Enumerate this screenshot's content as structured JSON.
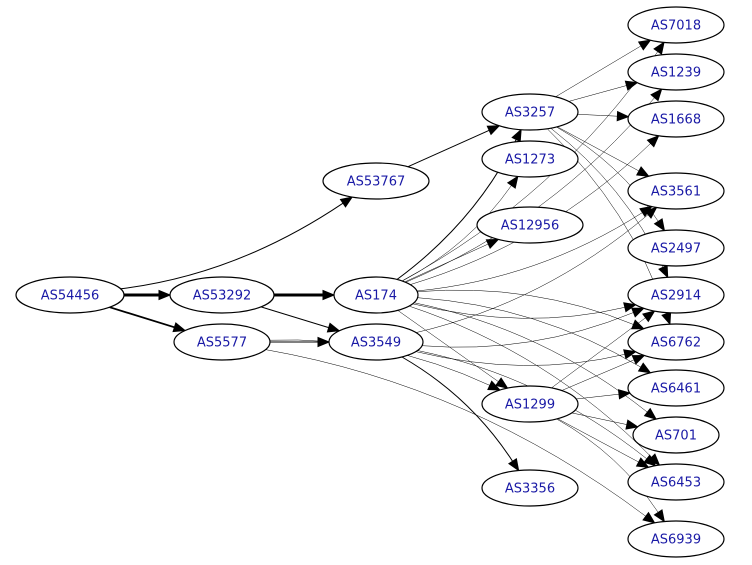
{
  "graph": {
    "node_label_color": "#1a1aa6",
    "edge_color": "#000000",
    "nodes": [
      {
        "id": "AS54456",
        "label": "AS54456"
      },
      {
        "id": "AS53292",
        "label": "AS53292"
      },
      {
        "id": "AS5577",
        "label": "AS5577"
      },
      {
        "id": "AS53767",
        "label": "AS53767"
      },
      {
        "id": "AS174",
        "label": "AS174"
      },
      {
        "id": "AS3549",
        "label": "AS3549"
      },
      {
        "id": "AS3257",
        "label": "AS3257"
      },
      {
        "id": "AS1273",
        "label": "AS1273"
      },
      {
        "id": "AS12956",
        "label": "AS12956"
      },
      {
        "id": "AS1299",
        "label": "AS1299"
      },
      {
        "id": "AS3356",
        "label": "AS3356"
      },
      {
        "id": "AS7018",
        "label": "AS7018"
      },
      {
        "id": "AS1239",
        "label": "AS1239"
      },
      {
        "id": "AS1668",
        "label": "AS1668"
      },
      {
        "id": "AS3561",
        "label": "AS3561"
      },
      {
        "id": "AS2497",
        "label": "AS2497"
      },
      {
        "id": "AS2914",
        "label": "AS2914"
      },
      {
        "id": "AS6762",
        "label": "AS6762"
      },
      {
        "id": "AS6461",
        "label": "AS6461"
      },
      {
        "id": "AS701",
        "label": "AS701"
      },
      {
        "id": "AS6453",
        "label": "AS6453"
      },
      {
        "id": "AS6939",
        "label": "AS6939"
      }
    ],
    "edges": [
      {
        "from": "AS54456",
        "to": "AS53292",
        "weight": "heavy"
      },
      {
        "from": "AS54456",
        "to": "AS5577",
        "weight": "medium"
      },
      {
        "from": "AS54456",
        "to": "AS53767",
        "weight": "normal"
      },
      {
        "from": "AS53292",
        "to": "AS174",
        "weight": "heavy"
      },
      {
        "from": "AS53292",
        "to": "AS3549",
        "weight": "normal"
      },
      {
        "from": "AS5577",
        "to": "AS3549",
        "weight": "normal"
      },
      {
        "from": "AS5577",
        "to": "AS1299",
        "weight": "thin"
      },
      {
        "from": "AS5577",
        "to": "AS6939",
        "weight": "thin"
      },
      {
        "from": "AS53767",
        "to": "AS3257",
        "weight": "normal"
      },
      {
        "from": "AS174",
        "to": "AS3257",
        "weight": "normal"
      },
      {
        "from": "AS174",
        "to": "AS1273",
        "weight": "thin"
      },
      {
        "from": "AS174",
        "to": "AS12956",
        "weight": "thin"
      },
      {
        "from": "AS174",
        "to": "AS7018",
        "weight": "thin"
      },
      {
        "from": "AS174",
        "to": "AS1239",
        "weight": "thin"
      },
      {
        "from": "AS174",
        "to": "AS1668",
        "weight": "thin"
      },
      {
        "from": "AS174",
        "to": "AS3561",
        "weight": "thin"
      },
      {
        "from": "AS174",
        "to": "AS2914",
        "weight": "thin"
      },
      {
        "from": "AS174",
        "to": "AS6762",
        "weight": "thin"
      },
      {
        "from": "AS174",
        "to": "AS6461",
        "weight": "thin"
      },
      {
        "from": "AS174",
        "to": "AS1299",
        "weight": "thin"
      },
      {
        "from": "AS174",
        "to": "AS701",
        "weight": "thin"
      },
      {
        "from": "AS174",
        "to": "AS6453",
        "weight": "thin"
      },
      {
        "from": "AS3549",
        "to": "AS3561",
        "weight": "thin"
      },
      {
        "from": "AS3549",
        "to": "AS2914",
        "weight": "thin"
      },
      {
        "from": "AS3549",
        "to": "AS6762",
        "weight": "thin"
      },
      {
        "from": "AS3549",
        "to": "AS3356",
        "weight": "normal"
      },
      {
        "from": "AS3549",
        "to": "AS6453",
        "weight": "thin"
      },
      {
        "from": "AS3257",
        "to": "AS7018",
        "weight": "thin"
      },
      {
        "from": "AS3257",
        "to": "AS1239",
        "weight": "thin"
      },
      {
        "from": "AS3257",
        "to": "AS1668",
        "weight": "thin"
      },
      {
        "from": "AS3257",
        "to": "AS3561",
        "weight": "thin"
      },
      {
        "from": "AS3257",
        "to": "AS2497",
        "weight": "thin"
      },
      {
        "from": "AS3257",
        "to": "AS2914",
        "weight": "thin"
      },
      {
        "from": "AS3257",
        "to": "AS6762",
        "weight": "thin"
      },
      {
        "from": "AS1299",
        "to": "AS2914",
        "weight": "thin"
      },
      {
        "from": "AS1299",
        "to": "AS6762",
        "weight": "thin"
      },
      {
        "from": "AS1299",
        "to": "AS6461",
        "weight": "thin"
      },
      {
        "from": "AS1299",
        "to": "AS701",
        "weight": "thin"
      },
      {
        "from": "AS1299",
        "to": "AS6453",
        "weight": "thin"
      },
      {
        "from": "AS1299",
        "to": "AS6939",
        "weight": "thin"
      }
    ]
  }
}
